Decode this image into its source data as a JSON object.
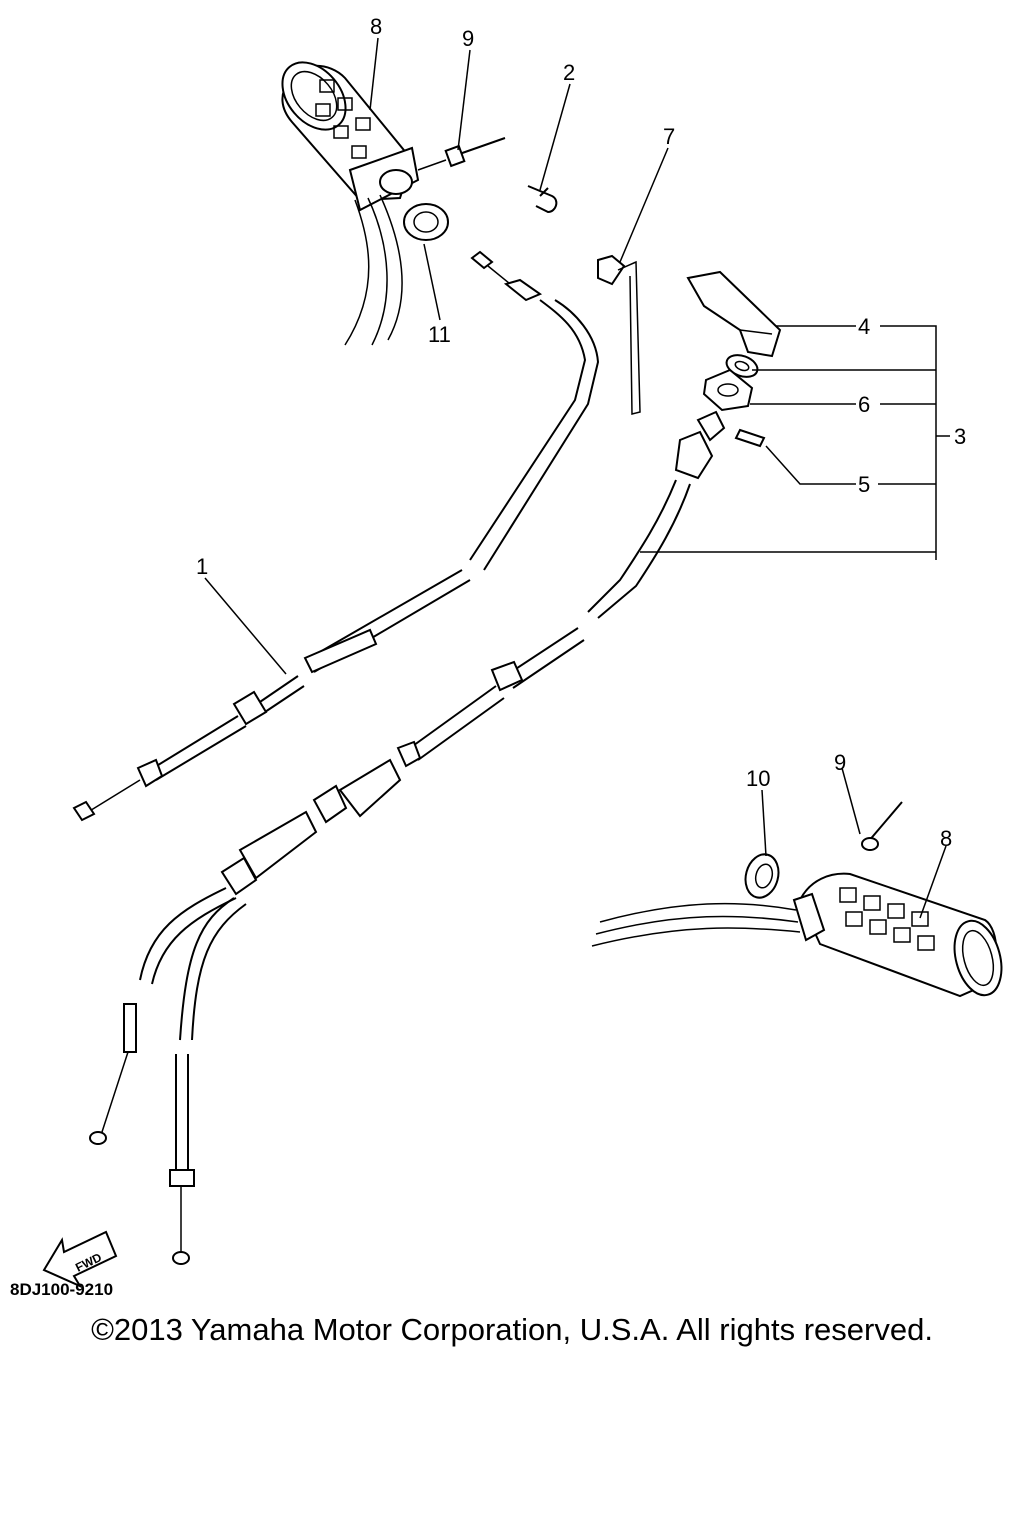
{
  "callouts": {
    "c1": "1",
    "c2": "2",
    "c3": "3",
    "c4": "4",
    "c5": "5",
    "c6": "6",
    "c7": "7",
    "c8a": "8",
    "c8b": "8",
    "c9a": "9",
    "c9b": "9",
    "c10": "10",
    "c11": "11"
  },
  "fwd_label": "FWD",
  "diagram_code": "8DJ100-9210",
  "copyright": "©2013 Yamaha Motor Corporation, U.S.A. All rights reserved."
}
